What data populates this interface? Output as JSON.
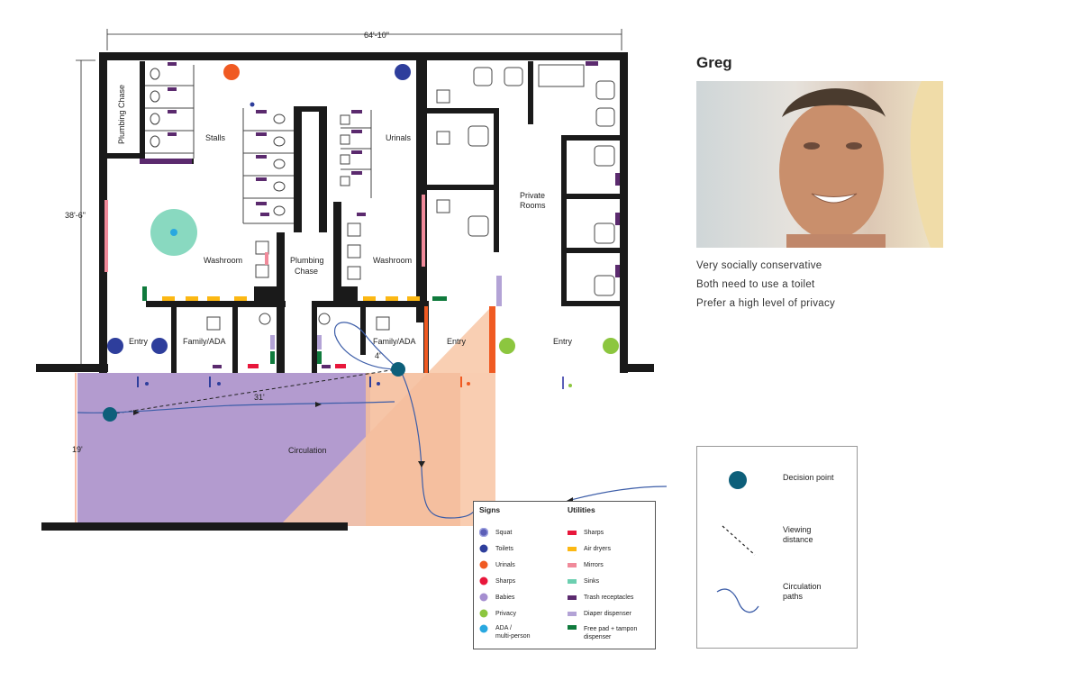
{
  "plan": {
    "dimensions": {
      "width": "64'-10\"",
      "height": "38'-6\"",
      "circ_height": "19'",
      "viewing_long": "31'",
      "viewing_short": "4'"
    },
    "rooms": {
      "plumbing_chase_left": "Plumbing Chase",
      "stalls": "Stalls",
      "urinals": "Urinals",
      "washroom_left": "Washroom",
      "plumbing_chase_mid_1": "Plumbing",
      "plumbing_chase_mid_2": "Chase",
      "washroom_right": "Washroom",
      "private_rooms_1": "Private",
      "private_rooms_2": "Rooms",
      "entry_1": "Entry",
      "family_ada_1": "Family/ADA",
      "family_ada_2": "Family/ADA",
      "entry_2": "Entry",
      "entry_3": "Entry",
      "circulation": "Circulation"
    }
  },
  "persona": {
    "name": "Greg",
    "notes": [
      "Very socially conservative",
      "Both need to use a toilet",
      "Prefer a high level of privacy"
    ]
  },
  "legend": {
    "signs_title": "Signs",
    "utilities_title": "Utilities",
    "signs": [
      {
        "label": "Squat",
        "color": "#5c5fb8"
      },
      {
        "label": "Toilets",
        "color": "#2e3e9c"
      },
      {
        "label": "Urinals",
        "color": "#f05a22"
      },
      {
        "label": "Sharps",
        "color": "#e8173b"
      },
      {
        "label": "Babies",
        "color": "#a58ed0"
      },
      {
        "label": "Privacy",
        "color": "#8cc63f"
      },
      {
        "label": "ADA /",
        "label2": "multi-person",
        "color": "#29a8e0"
      }
    ],
    "utilities": [
      {
        "label": "Sharps",
        "color": "#e8173b"
      },
      {
        "label": "Air dryers",
        "color": "#fcb813"
      },
      {
        "label": "Mirrors",
        "color": "#f08a9a"
      },
      {
        "label": "Sinks",
        "color": "#6ccfb0"
      },
      {
        "label": "Trash receptacles",
        "color": "#5b2a6e"
      },
      {
        "label": "Diaper dispenser",
        "color": "#b3a3d6"
      },
      {
        "label": "Free pad + tampon",
        "label2": "dispenser",
        "color": "#0f7a3c"
      }
    ]
  },
  "key": {
    "decision_point": "Decision point",
    "viewing_1": "Viewing",
    "viewing_2": "distance",
    "circ_1": "Circulation",
    "circ_2": "paths",
    "decision_color": "#0d5f7a",
    "path_color": "#3c5da8"
  }
}
